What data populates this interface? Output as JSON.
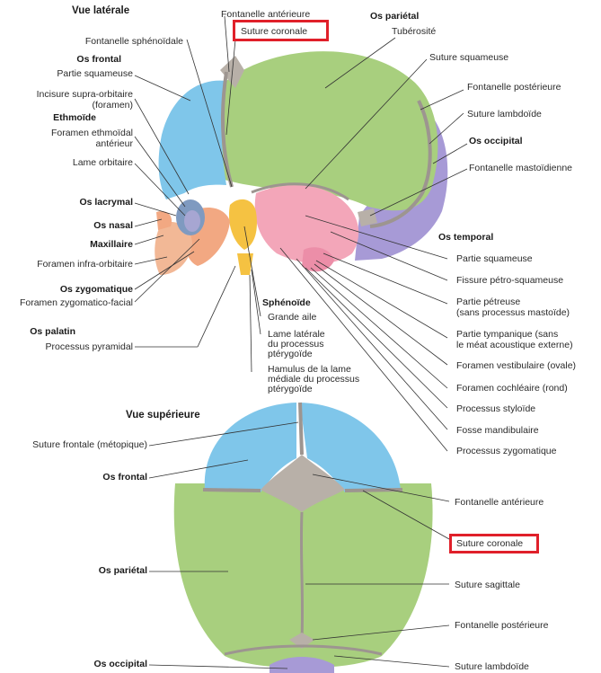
{
  "colors": {
    "frontal": "#7fc6ea",
    "parietal": "#a8cf7e",
    "occipital": "#a79ad6",
    "temporal": "#f3a6b9",
    "sphenoid_wing": "#f5c242",
    "zygomatic": "#f2a882",
    "maxilla": "#f2b896",
    "ethmoid": "#a7a6d2",
    "fontanelle": "#b8b0a8",
    "highlight": "#e0202a"
  },
  "lateral": {
    "title": "Vue latérale",
    "fontanelle_ant": "Fontanelle antérieure",
    "suture_coronale": "Suture coronale",
    "fontanelle_sphenoidale": "Fontanelle sphénoïdale",
    "os_frontal": "Os frontal",
    "partie_squameuse_frontal": "Partie squameuse",
    "incisure_1": "Incisure supra-orbitaire",
    "incisure_2": "(foramen)",
    "ethmoide": "Ethmoïde",
    "foramen_ethmoidal_1": "Foramen ethmoïdal",
    "foramen_ethmoidal_2": "antérieur",
    "lame_orbitaire": "Lame orbitaire",
    "os_lacrymal": "Os lacrymal",
    "os_nasal": "Os nasal",
    "maxillaire": "Maxillaire",
    "foramen_infra_orbitaire": "Foramen infra-orbitaire",
    "os_zygomatique": "Os zygomatique",
    "foramen_zygomatico_facial": "Foramen zygomatico-facial",
    "os_palatin": "Os palatin",
    "processus_pyramidal": "Processus pyramidal",
    "os_parietal": "Os pariétal",
    "tuberosite": "Tubérosité",
    "suture_squameuse": "Suture squameuse",
    "fontanelle_posterieure": "Fontanelle postérieure",
    "suture_lambdoide": "Suture lambdoïde",
    "os_occipital": "Os occipital",
    "fontanelle_mastoidienne": "Fontanelle mastoïdienne",
    "os_temporal": "Os temporal",
    "partie_squameuse_temporal": "Partie squameuse",
    "fissure_petro": "Fissure pétro-squameuse",
    "partie_petreuse_1": "Partie pétreuse",
    "partie_petreuse_2": "(sans processus mastoïde)",
    "partie_tympanique_1": "Partie tympanique (sans",
    "partie_tympanique_2": "le méat acoustique externe)",
    "foramen_vestibulaire": "Foramen vestibulaire (ovale)",
    "foramen_cochleaire": "Foramen cochléaire (rond)",
    "processus_styloide": "Processus styloïde",
    "fosse_mandibulaire": "Fosse mandibulaire",
    "processus_zygomatique": "Processus zygomatique",
    "sphenoide": "Sphénoïde",
    "grande_aile": "Grande aile",
    "lame_laterale_1": "Lame latérale",
    "lame_laterale_2": "du processus",
    "lame_laterale_3": "ptérygoïde",
    "hamulus_1": "Hamulus de la lame",
    "hamulus_2": "médiale du processus",
    "hamulus_3": "ptérygoïde"
  },
  "superior": {
    "title": "Vue supérieure",
    "suture_frontale": "Suture frontale (métopique)",
    "os_frontal": "Os frontal",
    "os_parietal": "Os pariétal",
    "os_occipital": "Os occipital",
    "fontanelle_anterieure": "Fontanelle antérieure",
    "suture_coronale": "Suture coronale",
    "suture_sagittale": "Suture sagittale",
    "fontanelle_posterieure": "Fontanelle postérieure",
    "suture_lambdoide": "Suture lambdoïde"
  }
}
